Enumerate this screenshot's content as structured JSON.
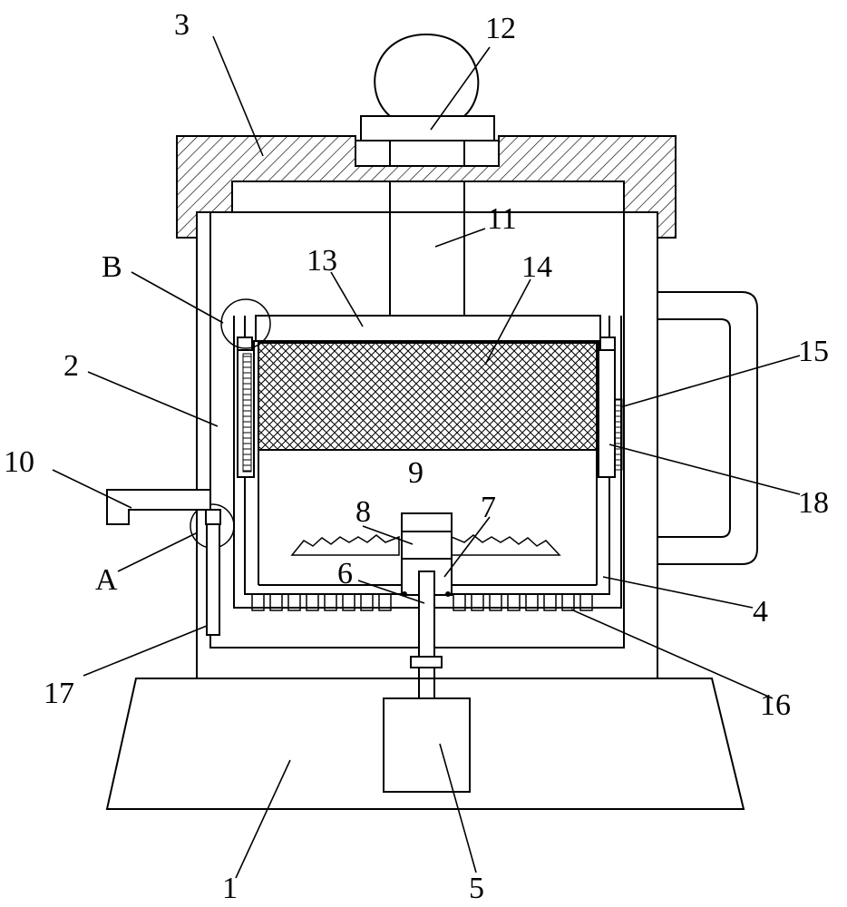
{
  "figure": {
    "labels": {
      "n1": "1",
      "n2": "2",
      "n3": "3",
      "n4": "4",
      "n5": "5",
      "n6": "6",
      "n7": "7",
      "n8": "8",
      "n9": "9",
      "n10": "10",
      "n11": "11",
      "n12": "12",
      "n13": "13",
      "n14": "14",
      "n15": "15",
      "n16": "16",
      "n17": "17",
      "n18": "18",
      "A": "A",
      "B": "B"
    }
  }
}
